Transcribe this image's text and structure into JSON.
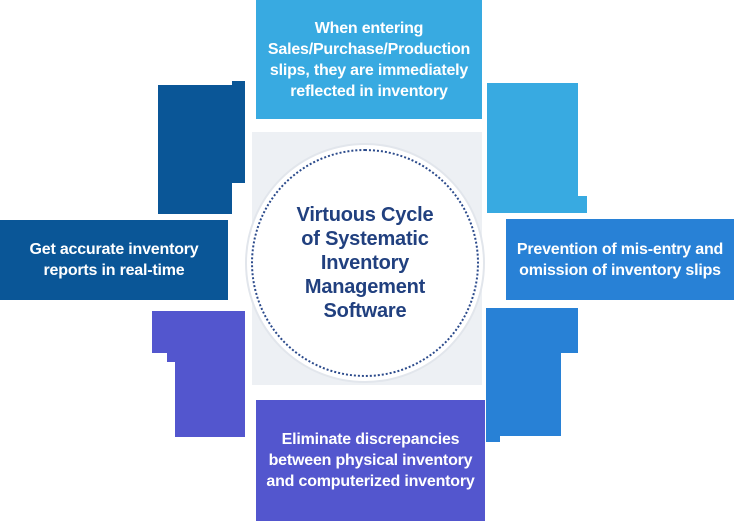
{
  "title": "Virtuous Cycle of Systematic Inventory Management Software",
  "colors": {
    "light_blue": "#38AAE1",
    "medium_blue": "#2881D6",
    "purple": "#5356CE",
    "dark_blue": "#0A5697",
    "navy_text": "#21407F",
    "dot_navy": "#2B4A8B",
    "panel_gray": "#EDF0F4",
    "box_text": "#FFFFFF"
  },
  "center": {
    "lines": [
      "Virtuous Cycle",
      "of Systematic",
      "Inventory",
      "Management",
      "Software"
    ]
  },
  "boxes": {
    "top": {
      "text": "When entering Sales/Purchase/Production slips, they are immediately reflected in inventory",
      "lines": [
        "When entering",
        "Sales/Purchase/Production",
        "slips, they are immediately",
        "reflected in inventory"
      ]
    },
    "right": {
      "text": "Prevention of mis-entry and omission of inventory slips",
      "lines": [
        "Prevention of mis-entry and",
        "omission of inventory slips"
      ]
    },
    "bottom": {
      "text": "Eliminate discrepancies between physical inventory and computerized inventory",
      "lines": [
        "Eliminate discrepancies",
        "between physical inventory",
        "and computerized inventory"
      ]
    },
    "left": {
      "text": "Get accurate inventory reports in real-time",
      "lines": [
        "Get accurate inventory",
        "reports in real-time"
      ]
    }
  },
  "arrows": [
    {
      "name": "left-to-top",
      "direction": "up"
    },
    {
      "name": "top-to-right",
      "direction": "down"
    },
    {
      "name": "right-to-bottom",
      "direction": "down"
    },
    {
      "name": "bottom-to-left",
      "direction": "down"
    }
  ]
}
